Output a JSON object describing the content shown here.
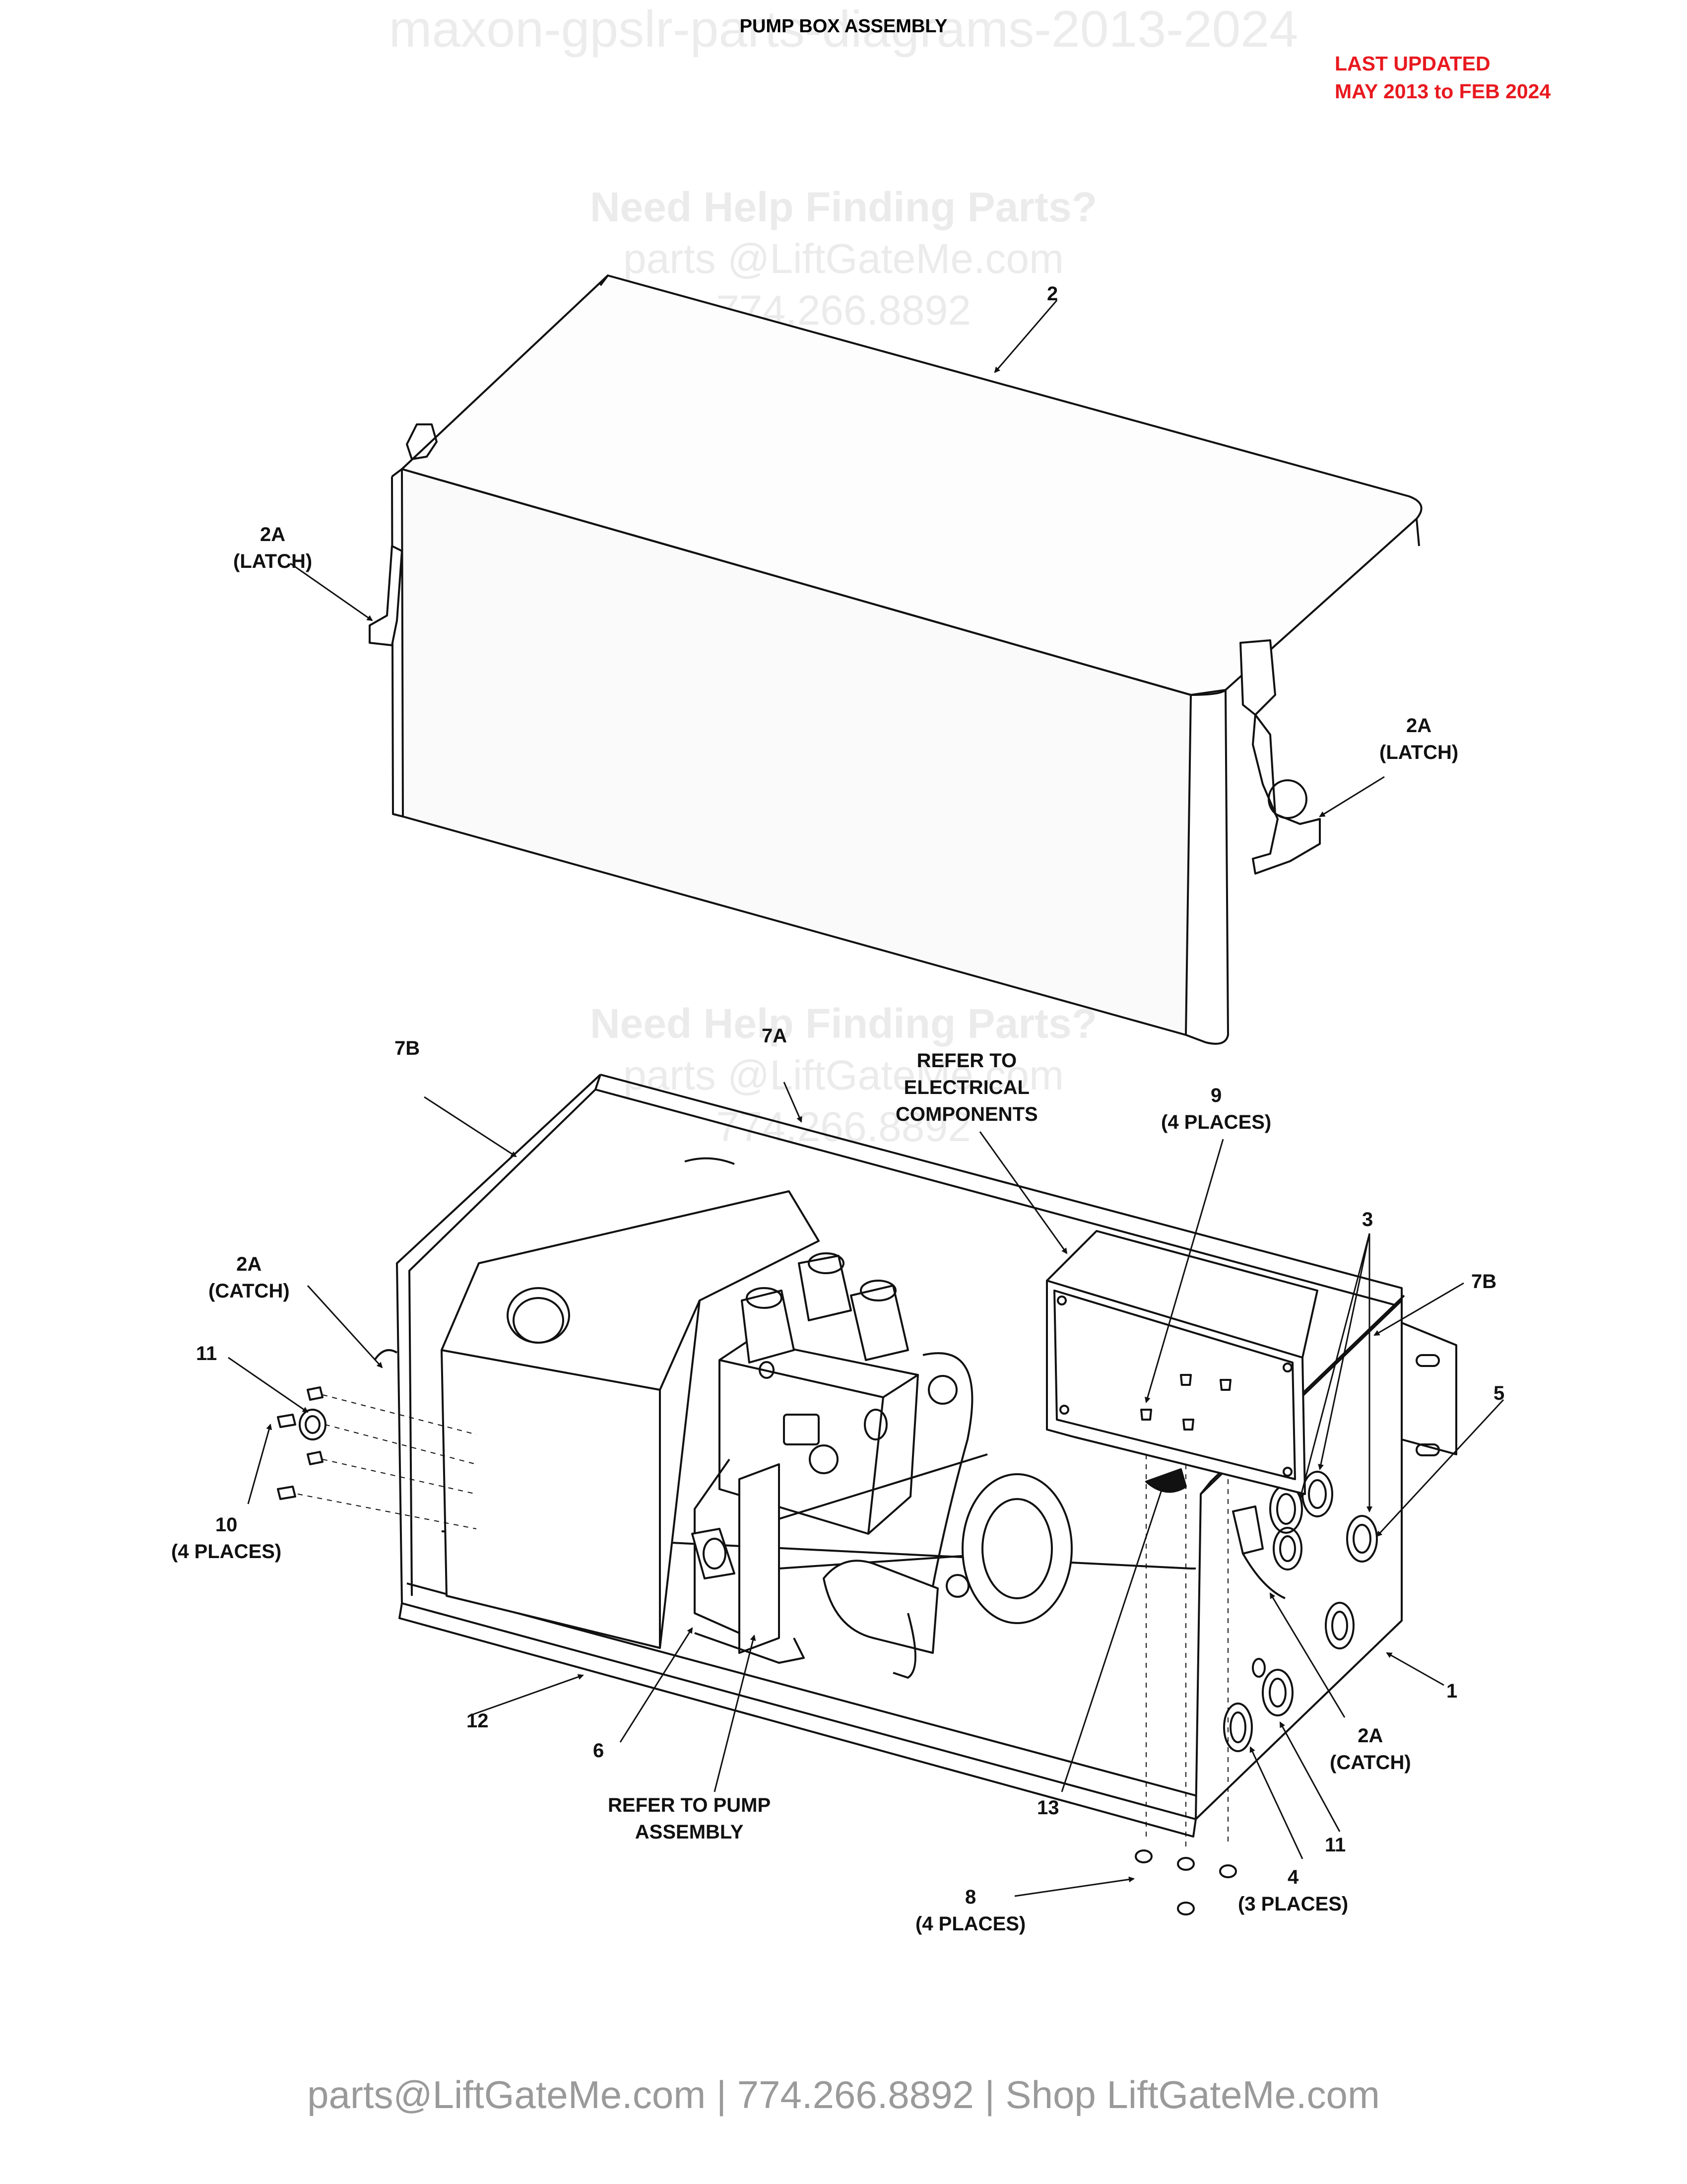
{
  "document": {
    "watermark_title": "maxon-gpslr-parts-diagrams-2013-2024",
    "title": "PUMP BOX ASSEMBLY",
    "last_updated_line1": "LAST UPDATED",
    "last_updated_line2": "MAY 2013 to FEB 2024"
  },
  "watermark": {
    "line1": "Need Help Finding Parts?",
    "line2": "parts @LiftGateMe.com",
    "line3": "774.266.8892"
  },
  "callouts": {
    "c2": "2",
    "c2a_latch_left": [
      "2A",
      "(LATCH)"
    ],
    "c2a_latch_right": [
      "2A",
      "(LATCH)"
    ],
    "c7a": "7A",
    "c7b_left": "7B",
    "c7b_right": "7B",
    "refer_electrical": [
      "REFER TO",
      "ELECTRICAL",
      "COMPONENTS"
    ],
    "c9": [
      "9",
      "(4 PLACES)"
    ],
    "c3": "3",
    "c2a_catch_left": [
      "2A",
      "(CATCH)"
    ],
    "c11_left": "11",
    "c10": [
      "10",
      "(4 PLACES)"
    ],
    "c5": "5",
    "c1": "1",
    "c2a_catch_right": [
      "2A",
      "(CATCH)"
    ],
    "c12": "12",
    "c6": "6",
    "refer_pump": [
      "REFER TO PUMP",
      "ASSEMBLY"
    ],
    "c13": "13",
    "c11_right": "11",
    "c4": [
      "4",
      "(3 PLACES)"
    ],
    "c8": [
      "8",
      "(4 PLACES)"
    ]
  },
  "footer": "parts@LiftGateMe.com | 774.266.8892 | Shop LiftGateMe.com"
}
